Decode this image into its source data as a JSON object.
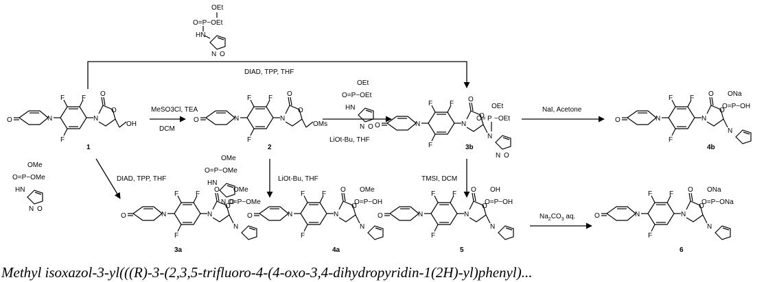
{
  "compounds": {
    "c1": "1",
    "c2": "2",
    "c3b": "3b",
    "c4b": "4b",
    "c3a": "3a",
    "c4a": "4a",
    "c5": "5",
    "c6": "6"
  },
  "reagents": {
    "top": "DIAD, TPP, THF",
    "step1_top": "MeSO3Cl, TEA",
    "step1_bottom": "DCM",
    "step2_bottom": "LiOt-Bu, THF",
    "step3_top": "NaI, Acetone",
    "down_left": "DIAD, TPP, THF",
    "down_mid": "LiOt-Bu, THF",
    "down_right": "TMSI, DCM",
    "last": "Na2CO3 aq."
  },
  "caption": "Methyl isoxazol-3-yl(((R)-3-(2,3,5-trifluoro-4-(4-oxo-3,4-dihydropyridin-1(2H)-yl)phenyl)..."
}
